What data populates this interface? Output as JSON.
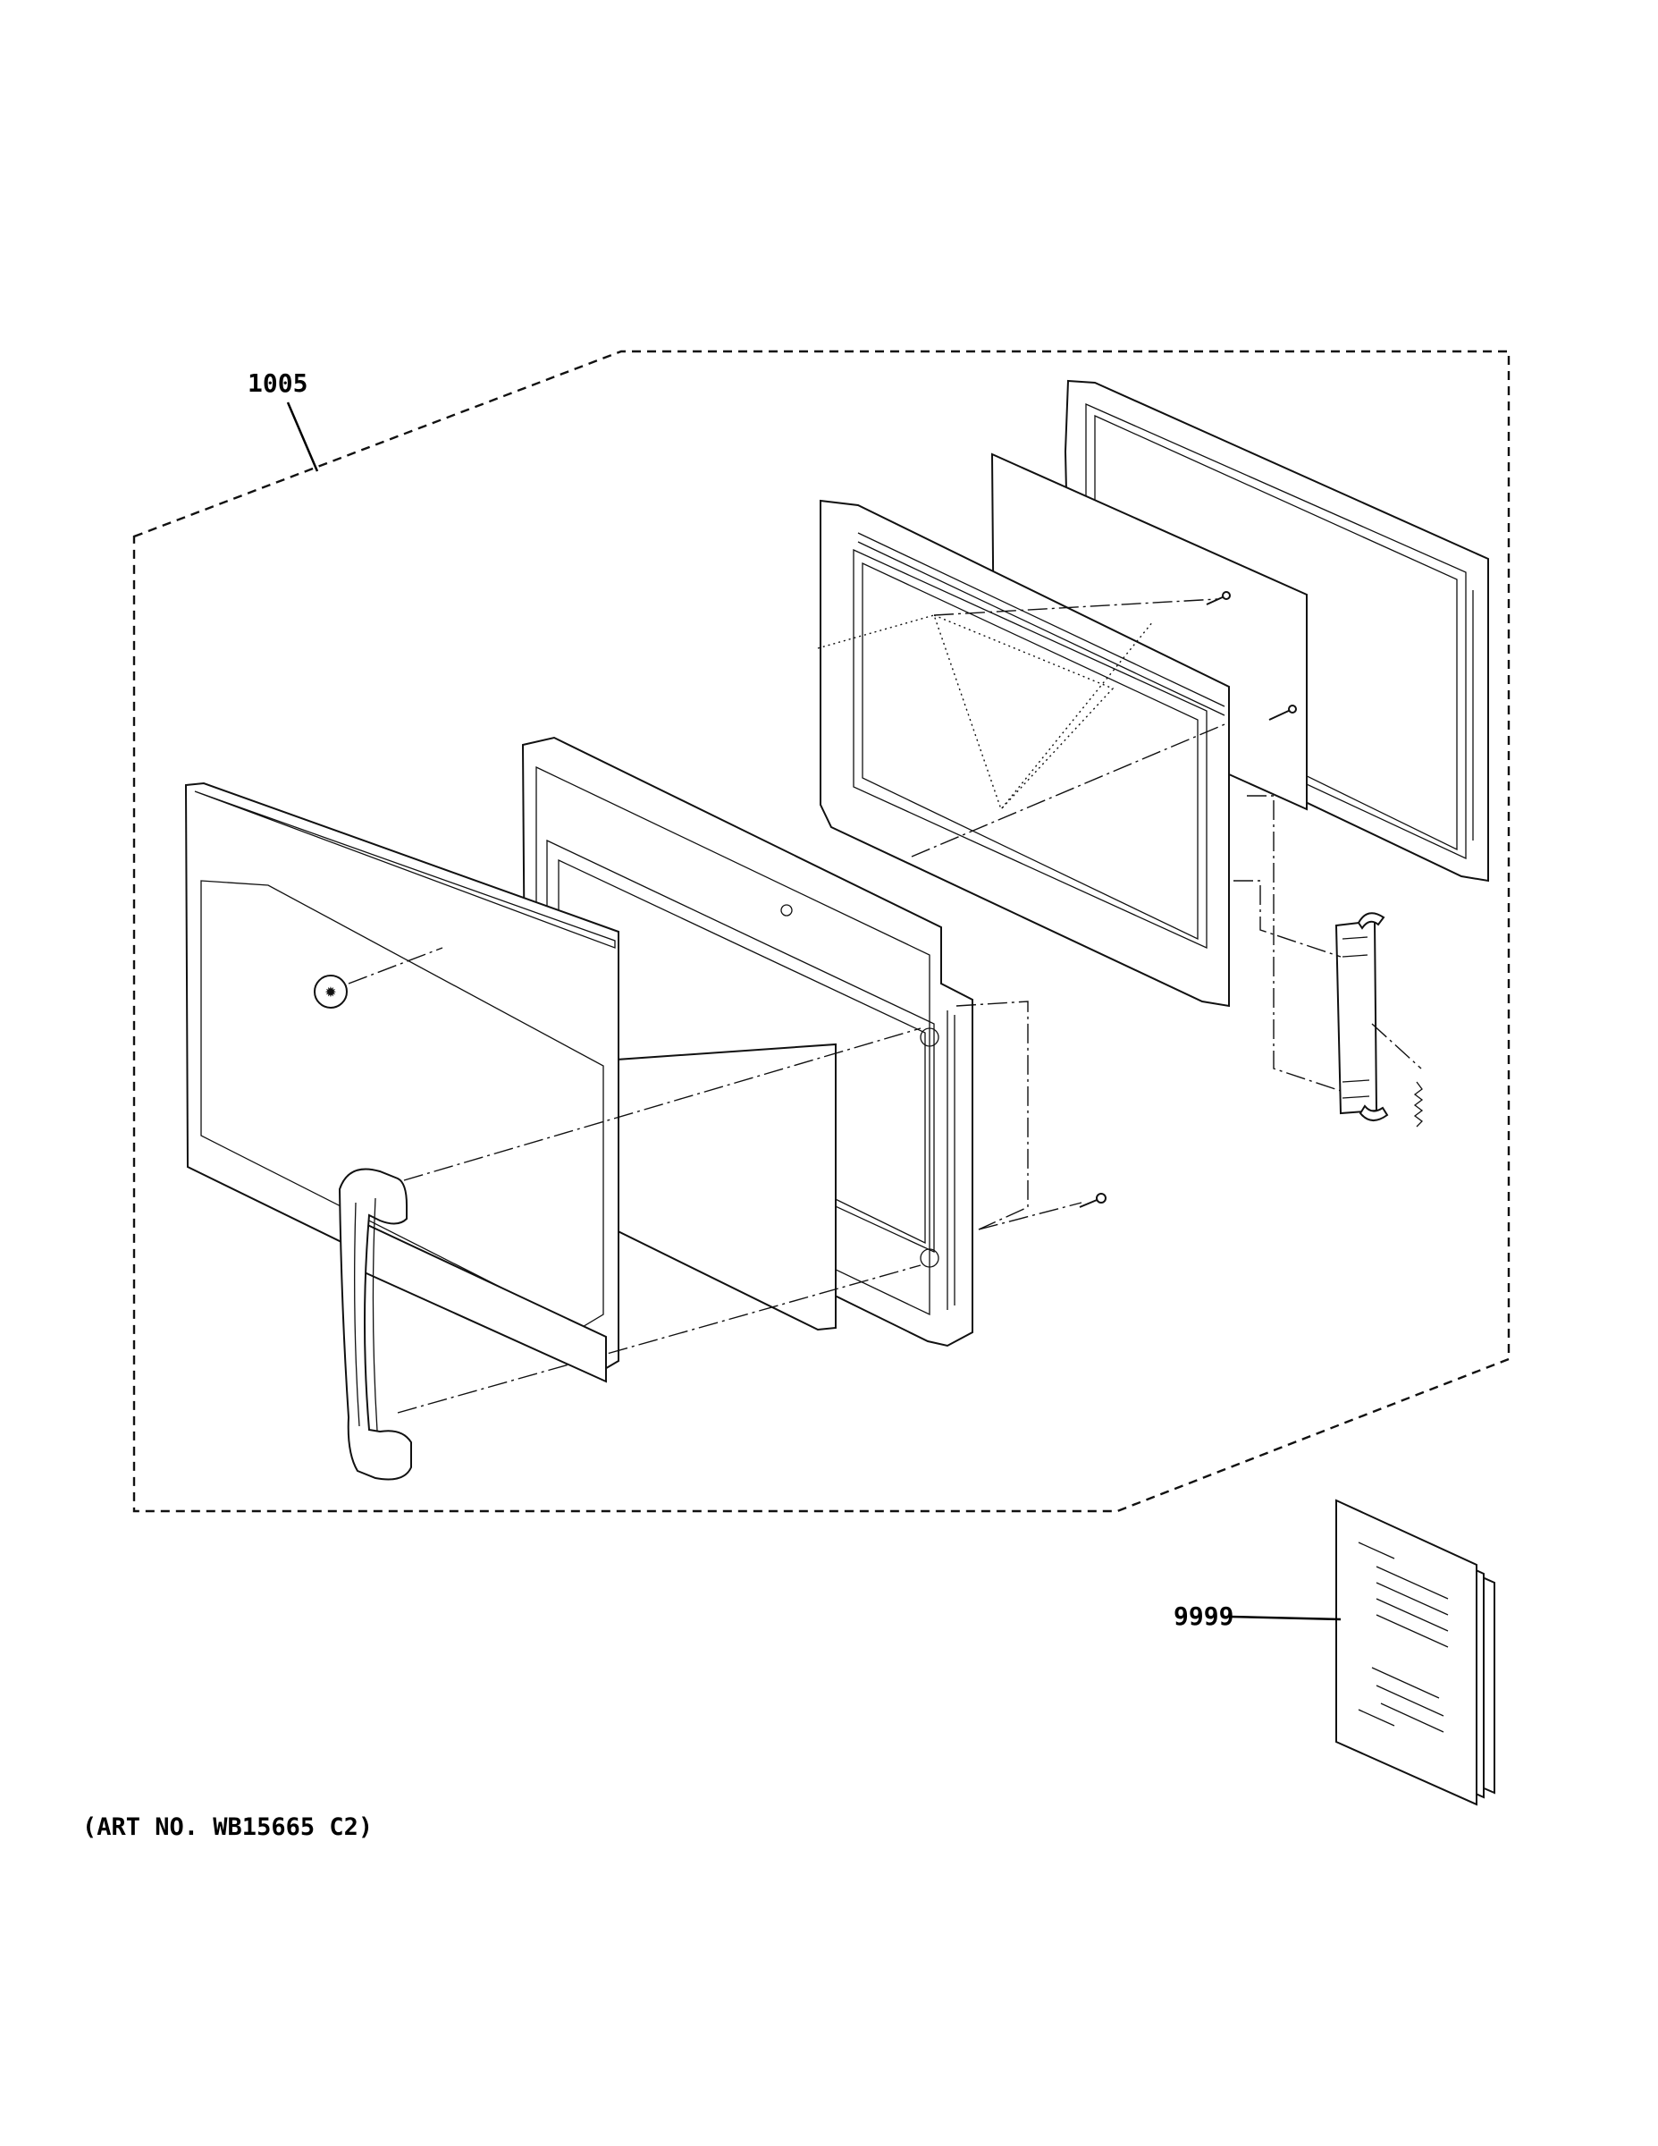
{
  "labels": {
    "assembly_callout": "1005",
    "manual_callout": "9999"
  },
  "caption": "(ART NO. WB15665 C2)"
}
